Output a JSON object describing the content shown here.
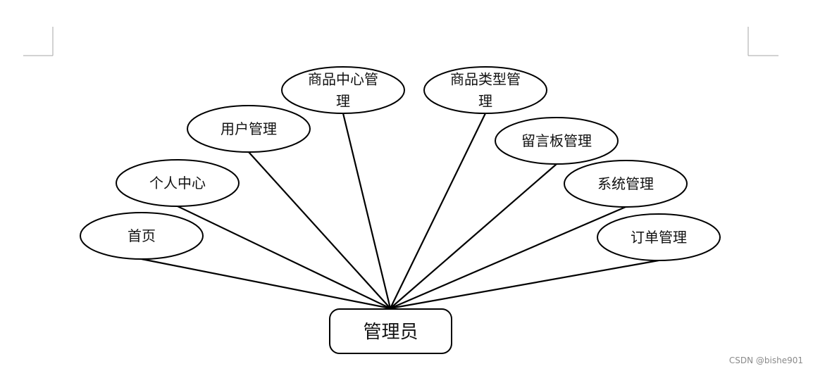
{
  "diagram": {
    "root": {
      "label": "管理员"
    },
    "nodes": [
      {
        "id": "home",
        "lines": [
          "首页"
        ]
      },
      {
        "id": "personal-center",
        "lines": [
          "个人中心"
        ]
      },
      {
        "id": "user-management",
        "lines": [
          "用户管理"
        ]
      },
      {
        "id": "product-center-management",
        "lines": [
          "商品中心管",
          "理"
        ]
      },
      {
        "id": "product-type-management",
        "lines": [
          "商品类型管",
          "理"
        ]
      },
      {
        "id": "message-board-management",
        "lines": [
          "留言板管理"
        ]
      },
      {
        "id": "system-management",
        "lines": [
          "系统管理"
        ]
      },
      {
        "id": "order-management",
        "lines": [
          "订单管理"
        ]
      }
    ]
  },
  "watermark": "CSDN @bishe901"
}
